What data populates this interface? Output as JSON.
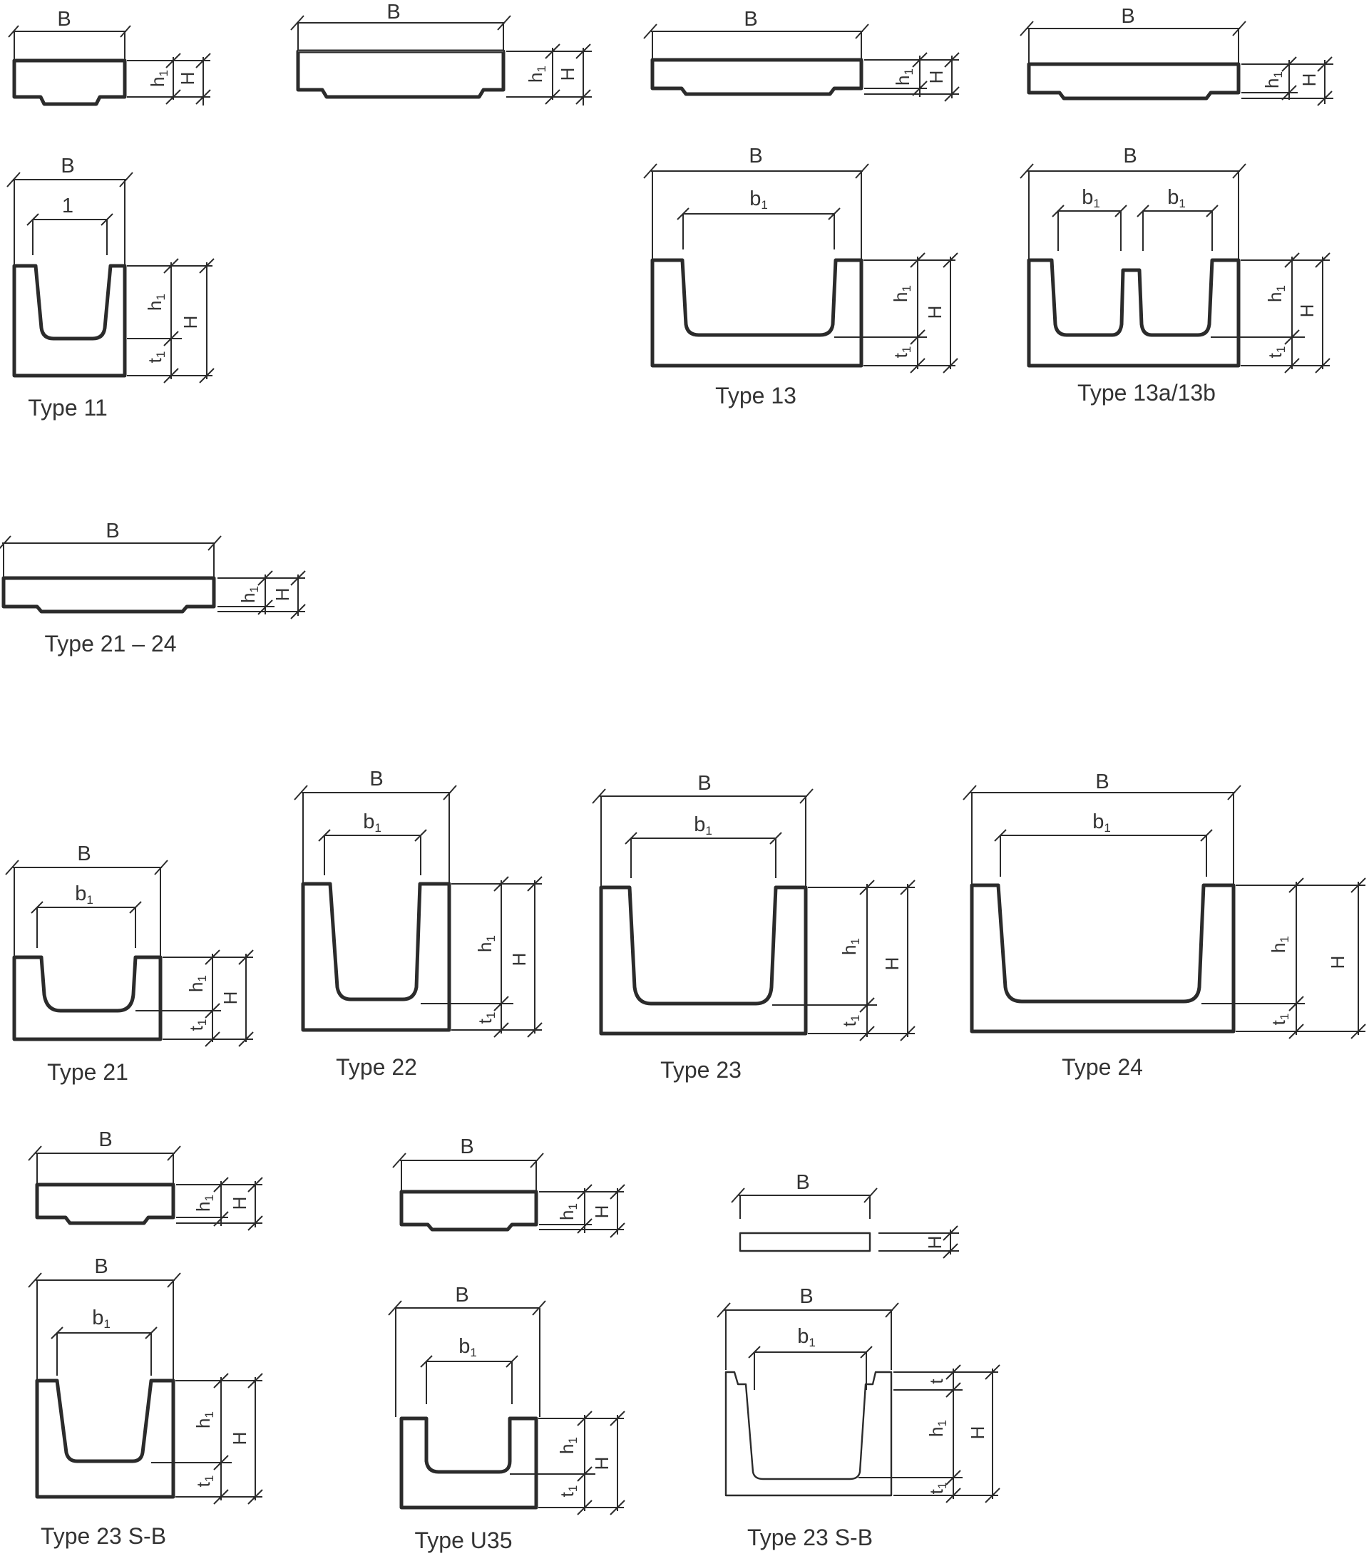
{
  "labels": {
    "width": "B",
    "inner_width": "b",
    "height": "H",
    "inner_height": "h",
    "floor_thickness": "t",
    "wall_lip": "t",
    "subscript_one": "1",
    "type11_inner": "1"
  },
  "captions": {
    "type11": "Type 11",
    "type13": "Type 13",
    "type13ab": "Type 13a/13b",
    "type21_24": "Type 21 – 24",
    "type21": "Type 21",
    "type22": "Type 22",
    "type23": "Type 23",
    "type24": "Type 24",
    "type23sb_left": "Type 23 S-B",
    "typeU35": "Type U35",
    "type23sb_right": "Type 23 S-B"
  },
  "colors": {
    "line": "#2b2b2b",
    "text": "#333333",
    "background": "#ffffff"
  }
}
